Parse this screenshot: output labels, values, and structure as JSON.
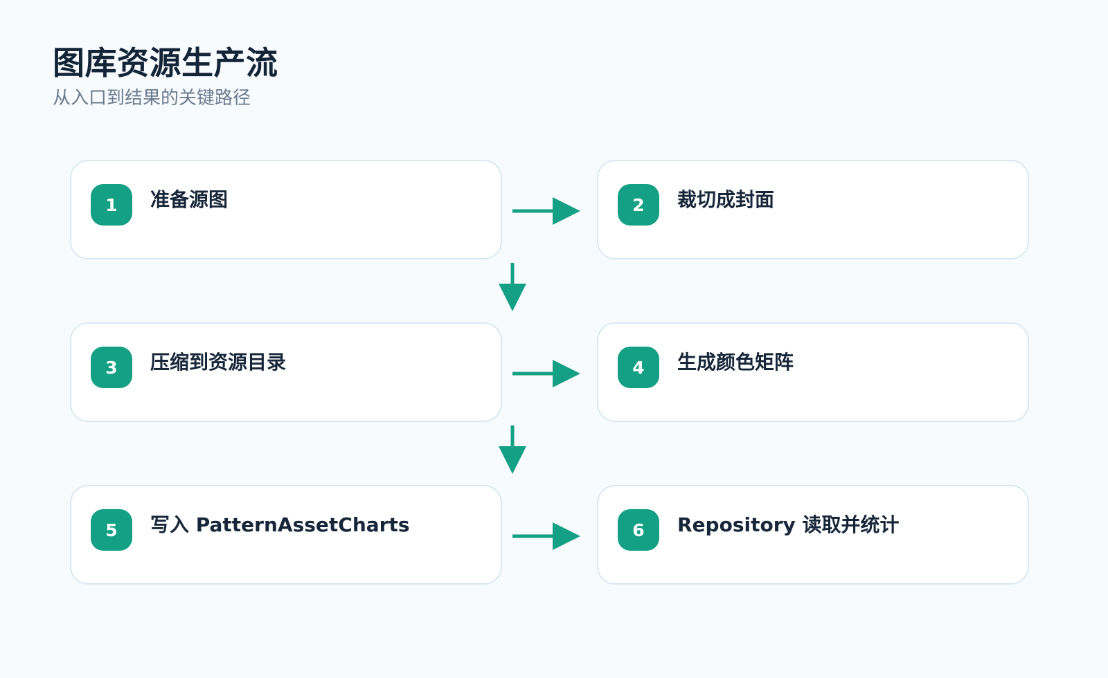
{
  "header": {
    "title": "图库资源生产流",
    "subtitle": "从入口到结果的关键路径"
  },
  "steps": [
    {
      "number": "1",
      "label": "准备源图"
    },
    {
      "number": "2",
      "label": "裁切成封面"
    },
    {
      "number": "3",
      "label": "压缩到资源目录"
    },
    {
      "number": "4",
      "label": "生成颜色矩阵"
    },
    {
      "number": "5",
      "label": "写入 PatternAssetCharts"
    },
    {
      "number": "6",
      "label": "Repository 读取并统计"
    }
  ],
  "colors": {
    "accent": "#14a085",
    "card_border": "#dbe8f2",
    "title": "#132437",
    "subtitle": "#6b7a8e",
    "background": "#f7fbfe"
  }
}
